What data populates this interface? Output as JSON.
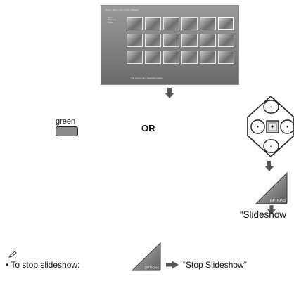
{
  "tv_screen": {
    "title": "Sony / Sam / Jom / Foto / Basket",
    "side_items": [
      "Photo",
      "Roseau to",
      "Folder"
    ],
    "footer": "The current item    Selected position"
  },
  "green_button": {
    "label": "green"
  },
  "or_label": "OR",
  "options_button": {
    "label": "OPTIONS"
  },
  "slideshow_menu_item": "“Slideshow",
  "note": {
    "bullet": "•",
    "text": "To stop slideshow:",
    "options_label": "OPTIONS",
    "result": "“Stop Slideshow”"
  },
  "dpad": {
    "center_symbol": "+",
    "up_symbol": "•",
    "down_symbol": "•",
    "left_symbol": "•",
    "right_symbol": "•"
  }
}
